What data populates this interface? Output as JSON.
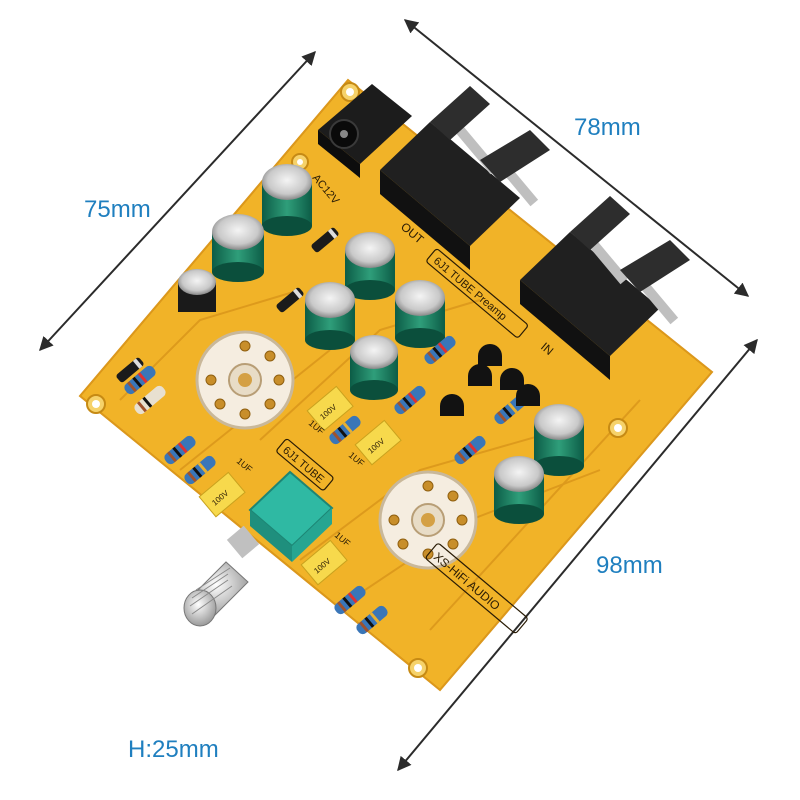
{
  "dimensions": {
    "top_width": "78mm",
    "left_width": "75mm",
    "right_length": "98mm",
    "height": "H:25mm",
    "label_color": "#1f7fbf",
    "arrow_color": "#2b2b2b"
  },
  "board": {
    "color": "#f1b328",
    "silkscreen": {
      "power_label": "AC12V",
      "output_label": "OUT",
      "input_label": "IN",
      "preamp_label": "6J1 TUBE Preamp",
      "tube_label": "6J1 TUBE",
      "brand": "XS-HiFi AUDIO",
      "cap_value": "1UF",
      "cap_mark": "100V"
    }
  }
}
